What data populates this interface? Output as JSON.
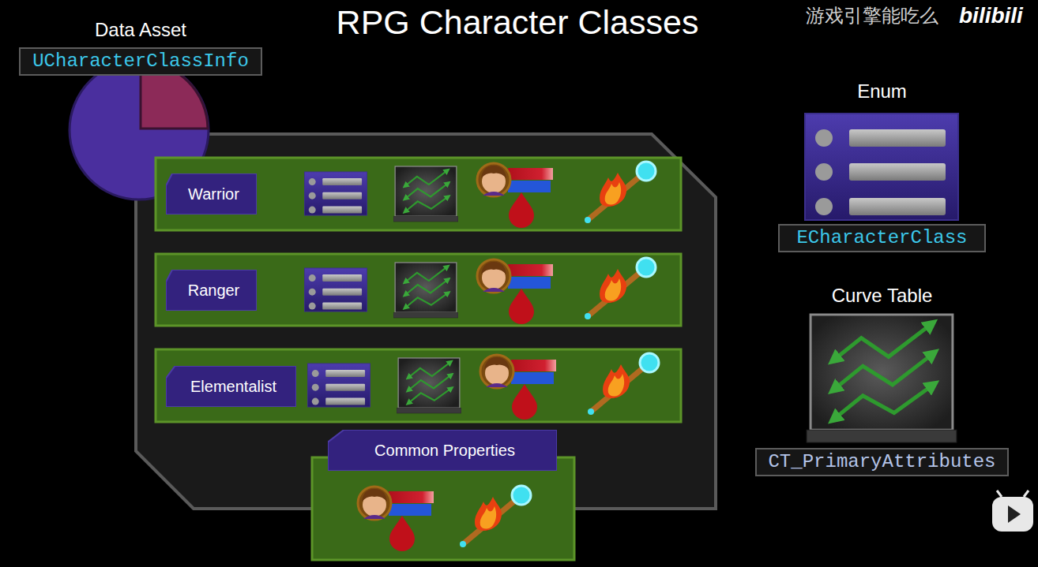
{
  "diagram": {
    "title": "RPG Character Classes",
    "nodes": [
      {
        "text": [
          "Data Asset",
          "UCharacterClassInfo"
        ]
      },
      {
        "text": [
          "Warrior"
        ]
      },
      {
        "text": [
          "Ranger"
        ]
      },
      {
        "text": [
          "Elementalist"
        ]
      },
      {
        "text": [
          "Common Properties"
        ]
      },
      {
        "text": [
          "Enum",
          "ECharacterClass"
        ]
      },
      {
        "text": [
          "Curve Table",
          "CT_PrimaryAttributes"
        ]
      }
    ],
    "labels": [
      "游戏引擎能吃么",
      "bilibili"
    ]
  }
}
